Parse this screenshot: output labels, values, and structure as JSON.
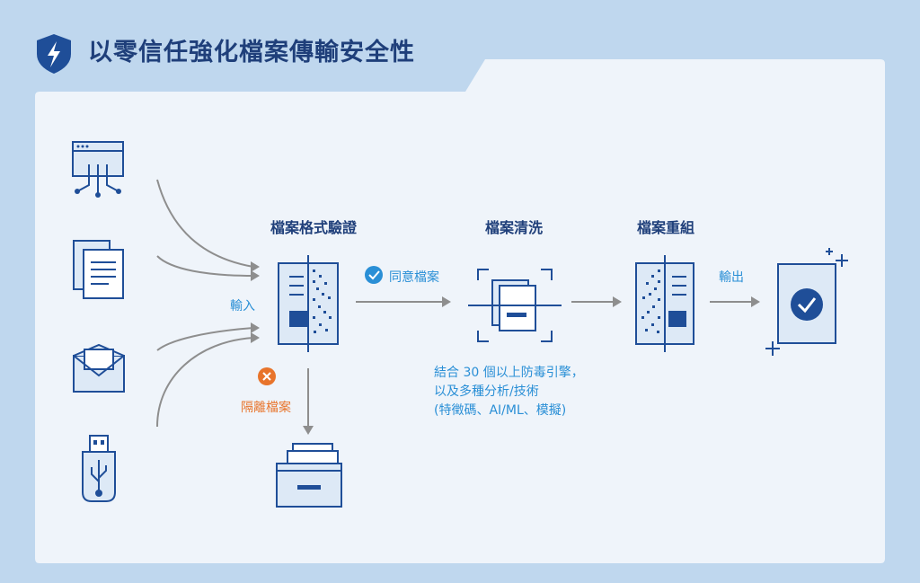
{
  "title": "以零信任強化檔案傳輸安全性",
  "steps": {
    "validate": "檔案格式驗證",
    "sanitize": "檔案清洗",
    "reconstruct": "檔案重組"
  },
  "labels": {
    "input": "輸入",
    "accept": "同意檔案",
    "quarantine": "隔離檔案",
    "output": "輸出"
  },
  "note": {
    "line1": "結合 30 個以上防毒引擎，",
    "line2": "以及多種分析/技術",
    "line3": "(特徵碼、AI/ML、模擬)"
  },
  "icons": {
    "header": "shield-bolt-icon",
    "sources": [
      "web-app-icon",
      "documents-icon",
      "email-icon",
      "usb-drive-icon"
    ],
    "accept": "check-circle-icon",
    "reject": "x-circle-icon",
    "quarantine_box": "archive-drawer-icon",
    "result": "verified-document-icon"
  },
  "colors": {
    "background": "#bfd7ee",
    "panel": "#eff4fa",
    "navy": "#1f3f7a",
    "accent_blue": "#2a8fd6",
    "accent_orange": "#e8742b"
  }
}
